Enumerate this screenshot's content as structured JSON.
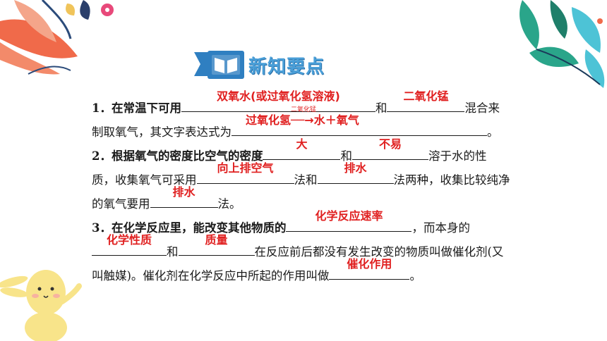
{
  "header": {
    "title": "新知要点",
    "badge_icon": "book-icon"
  },
  "items": [
    {
      "lines": [
        [
          "1．在常温下可用",
          "双氧水(或过氧化氢溶液)",
          "和",
          "二氧化锰",
          "混合来"
        ],
        [
          "制取氧气，其文字表达式为",
          "过氧化氢",
          "二氧化锰",
          "水＋氧气",
          "。"
        ]
      ]
    },
    {
      "lines": [
        [
          "2．根据氧气的密度比空气的密度",
          "大",
          "和",
          "不易",
          "溶于水的性"
        ],
        [
          "质，收集氧气可采用",
          "向上排空气",
          "法和",
          "排水",
          "法两种，收集比较纯净"
        ],
        [
          "的氧气要用",
          "排水",
          "法。"
        ]
      ]
    },
    {
      "lines": [
        [
          "3．在化学反应里，能改变其他物质的",
          "化学反应速率",
          "，而本身的"
        ],
        [
          "化学性质",
          "和",
          "质量",
          "在反应前后都没有发生改变的物质叫做催化剂(又"
        ],
        [
          "叫触媒)。催化剂在化学反应中所起的作用叫做",
          "催化作用",
          "。"
        ]
      ]
    }
  ],
  "colors": {
    "answer": "#e02020",
    "title": "#4a9fd8",
    "badge": "#2f7fc1"
  }
}
